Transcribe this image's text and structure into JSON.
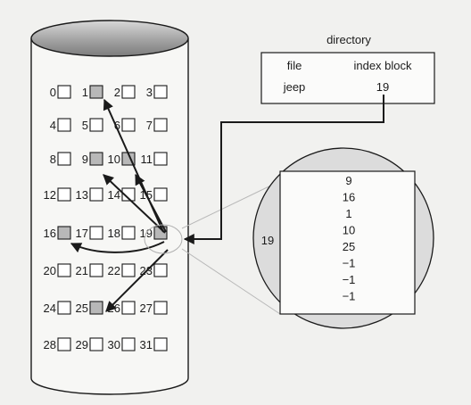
{
  "directory": {
    "title": "directory",
    "col_file": "file",
    "col_index": "index block",
    "row_file": "jeep",
    "row_index": "19"
  },
  "blocks": [
    "0",
    "1",
    "2",
    "3",
    "4",
    "5",
    "6",
    "7",
    "8",
    "9",
    "10",
    "11",
    "12",
    "13",
    "14",
    "15",
    "16",
    "17",
    "18",
    "19",
    "20",
    "21",
    "22",
    "23",
    "24",
    "25",
    "26",
    "27",
    "28",
    "29",
    "30",
    "31"
  ],
  "used_blocks": [
    1,
    9,
    10,
    16,
    25,
    19
  ],
  "index_block": {
    "label": "19",
    "entries": [
      "9",
      "16",
      "1",
      "10",
      "25",
      "−1",
      "−1",
      "−1"
    ]
  },
  "colors": {
    "background": "#f1f1ef",
    "disk_body": "#f7f7f5",
    "disk_top": "#a9a9a9",
    "zoom_circle": "#dcdcdc",
    "used_block": "#b8b8b8",
    "free_block": "#ffffff",
    "stroke": "#1a1a1a"
  }
}
